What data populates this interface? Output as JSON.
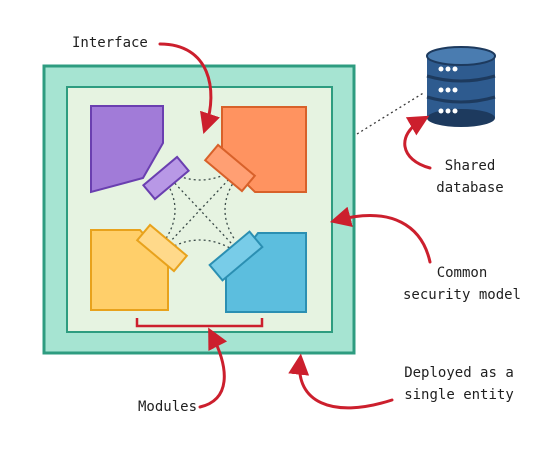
{
  "labels": {
    "interface": "Interface",
    "shared_database_line1": "Shared",
    "shared_database_line2": "database",
    "common_security_line1": "Common",
    "common_security_line2": "security model",
    "deployed_line1": "Deployed as a",
    "deployed_line2": "single entity",
    "modules": "Modules"
  },
  "icons": {
    "database": "database-icon",
    "arrow": "curved-arrow-icon"
  },
  "colors": {
    "outer_frame": "#5fc4ab",
    "outer_frame_fill": "#a6e4d2",
    "inner_frame_fill": "#e6f3e1",
    "inner_frame_stroke": "#2e9c80",
    "module_purple": "#a17bd8",
    "module_purple_stroke": "#6a3fb0",
    "module_orange": "#ff9360",
    "module_orange_stroke": "#d8612a",
    "module_yellow": "#ffcf6a",
    "module_yellow_stroke": "#e8a21c",
    "module_blue": "#5cbede",
    "module_blue_stroke": "#2b8fb2",
    "arrow_red": "#cc1f2d",
    "database_blue": "#2e5b8f",
    "database_dark": "#1d3a5e"
  }
}
